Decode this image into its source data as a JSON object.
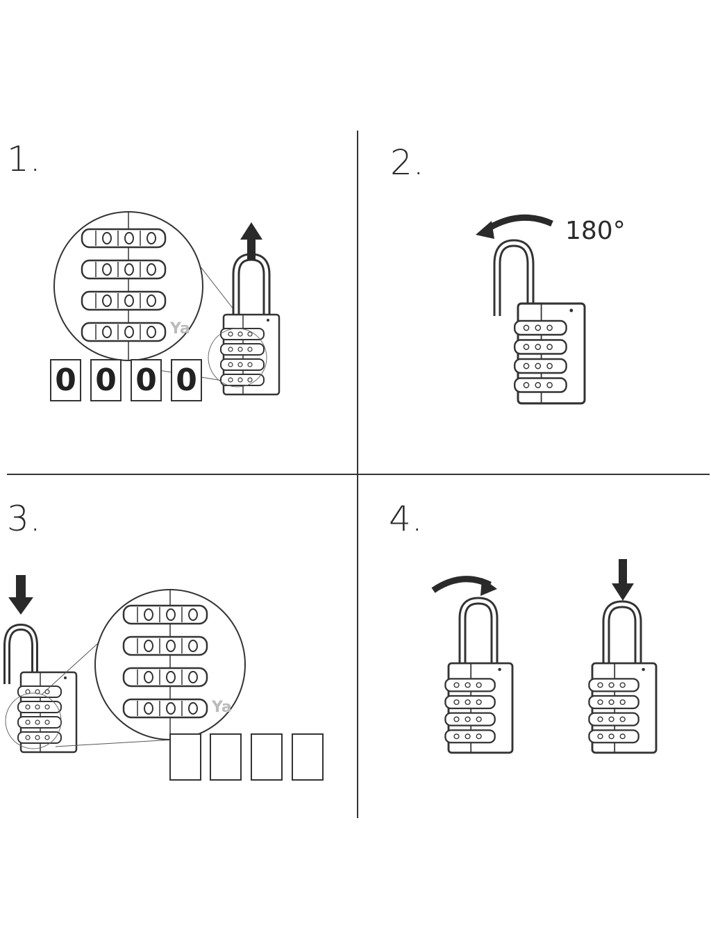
{
  "steps": [
    {
      "number": "1.",
      "code_digits": [
        "0",
        "0",
        "0",
        "0"
      ]
    },
    {
      "number": "2.",
      "rotation_label": "180°"
    },
    {
      "number": "3."
    },
    {
      "number": "4."
    }
  ],
  "colors": {
    "line": "#333333",
    "background": "#ffffff"
  },
  "icons": [
    "padlock-icon",
    "dial-closeup-icon",
    "arrow-up-icon",
    "arrow-down-icon",
    "rotate-arrow-icon"
  ]
}
